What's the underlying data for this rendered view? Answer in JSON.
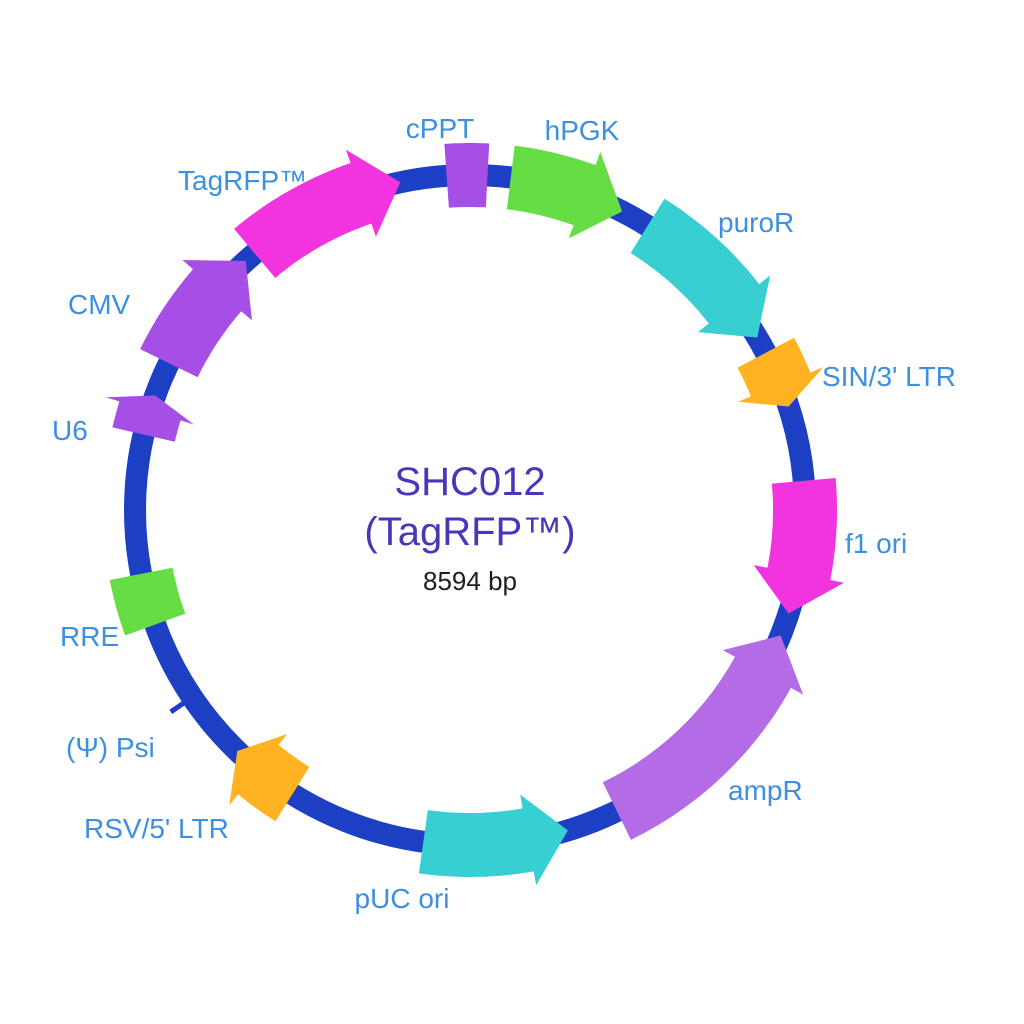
{
  "plasmid": {
    "name": "SHC012",
    "subtitle": "(TagRFP™)",
    "size": "8594 bp"
  },
  "backbone_color": "#1c3fc4",
  "features": [
    {
      "label": "cPPT",
      "name": "cPPT",
      "color": "#a64fe6",
      "kind": "box"
    },
    {
      "label": "hPGK",
      "name": "hPGK",
      "color": "#66dd44",
      "kind": "arrow-cw"
    },
    {
      "label": "puroR",
      "name": "puroR",
      "color": "#38cfd2",
      "kind": "arrow-cw"
    },
    {
      "label": "SIN/3' LTR",
      "name": "SIN-3-LTR",
      "color": "#ffb320",
      "kind": "arrow-cw"
    },
    {
      "label": "f1 ori",
      "name": "f1-ori",
      "color": "#f233e0",
      "kind": "arrow-cw"
    },
    {
      "label": "ampR",
      "name": "ampR",
      "color": "#b46ce6",
      "kind": "arrow-ccw"
    },
    {
      "label": "pUC ori",
      "name": "pUC-ori",
      "color": "#38cfd2",
      "kind": "arrow-ccw"
    },
    {
      "label": "RSV/5' LTR",
      "name": "RSV-5-LTR",
      "color": "#ffb320",
      "kind": "arrow-cw"
    },
    {
      "label": "(Ψ) Psi",
      "name": "psi",
      "color": "#1c3fc4",
      "kind": "tick"
    },
    {
      "label": "RRE",
      "name": "RRE",
      "color": "#66dd44",
      "kind": "box"
    },
    {
      "label": "U6",
      "name": "U6",
      "color": "#a64fe6",
      "kind": "arrow-cw"
    },
    {
      "label": "CMV",
      "name": "CMV",
      "color": "#a64fe6",
      "kind": "arrow-cw"
    },
    {
      "label": "TagRFP™",
      "name": "TagRFP",
      "color": "#f233e0",
      "kind": "arrow-cw"
    }
  ]
}
